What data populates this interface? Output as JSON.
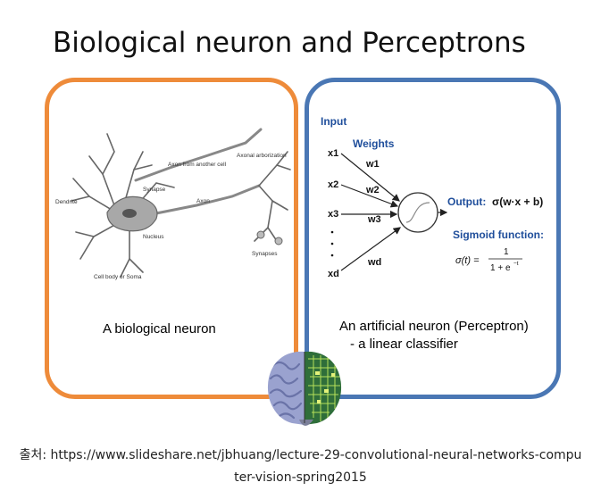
{
  "title": "Biological neuron and Perceptrons",
  "left_panel": {
    "caption": "A biological neuron",
    "labels": {
      "dendrite": "Dendrite",
      "synapse": "Synapse",
      "axon_from_another": "Axon from another cell",
      "axonal_arborization": "Axonal arborization",
      "axon": "Axon",
      "nucleus": "Nucleus",
      "cell_body": "Cell body or Soma",
      "synapses": "Synapses"
    }
  },
  "right_panel": {
    "caption_line1": "An artificial neuron (Perceptron)",
    "caption_line2": "- a linear classifier",
    "input_label": "Input",
    "weights_label": "Weights",
    "inputs": [
      "x1",
      "x2",
      "x3",
      "xd"
    ],
    "weights": [
      "w1",
      "w2",
      "w3",
      "wd"
    ],
    "output_label": "Output:",
    "output_formula": "σ(w·x + b)",
    "sigmoid_label": "Sigmoid function:",
    "sigmoid_lhs": "σ(t) =",
    "sigmoid_num": "1",
    "sigmoid_den": "1 + e",
    "sigmoid_exp": "−t"
  },
  "source": {
    "line1": "출처: https://www.slideshare.net/jbhuang/lecture-29-convolutional-neural-networks-compu",
    "line2": "ter-vision-spring2015"
  },
  "colors": {
    "left_border": "#ee8b3a",
    "right_border": "#4a77b4",
    "weights_blue": "#1f4e9b"
  }
}
